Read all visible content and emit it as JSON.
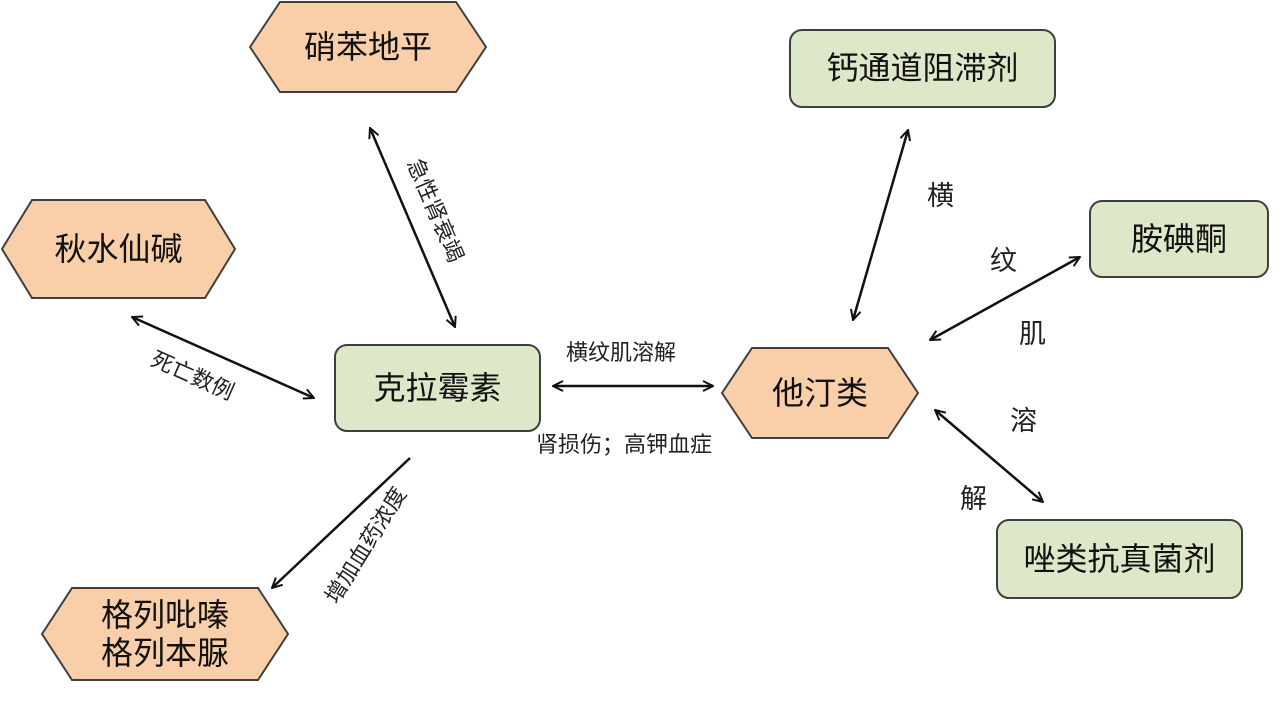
{
  "colors": {
    "drug_fill": "#f9cfa9",
    "class_fill": "#dde8c8",
    "node_stroke": "#3f3f3f",
    "edge": "#111111"
  },
  "nodes": {
    "nifedipine": "硝苯地平",
    "colchicine": "秋水仙碱",
    "clarithromycin": "克拉霉素",
    "statins": "他汀类",
    "sulfonylureas": "格列吡嗪\n格列本脲",
    "ccb": "钙通道阻滞剂",
    "amiodarone": "胺碘酮",
    "azoles": "唑类抗真菌剂"
  },
  "edges": {
    "clar_nifedipine": "急性肾衰竭",
    "clar_colchicine": "死亡数例",
    "clar_statins_top": "横纹肌溶解",
    "clar_statins_bottom": "肾损伤；高钾血症",
    "clar_sulfonylureas": "增加血药浓度",
    "statins_right_chars": [
      "横",
      "纹",
      "肌",
      "溶",
      "解"
    ]
  }
}
